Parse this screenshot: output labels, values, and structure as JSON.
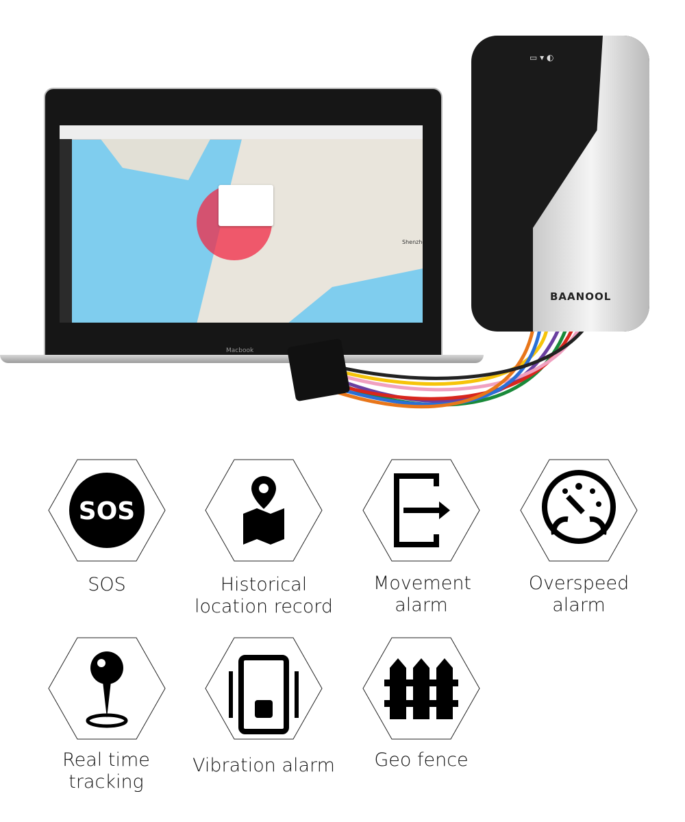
{
  "laptop": {
    "brand": "Macbook",
    "map_city": "Shenzhe"
  },
  "device": {
    "brand": "BAANOOL"
  },
  "features": [
    {
      "icon": "sos-icon",
      "label": "SOS",
      "badge": "SOS"
    },
    {
      "icon": "map-pin-icon",
      "label": "Historical location record"
    },
    {
      "icon": "door-exit-icon",
      "label": "Movement alarm"
    },
    {
      "icon": "speedometer-icon",
      "label": "Overspeed alarm"
    },
    {
      "icon": "location-pin-icon",
      "label": "Real time tracking"
    },
    {
      "icon": "vibrating-phone-icon",
      "label": "Vibration alarm"
    },
    {
      "icon": "fence-icon",
      "label": "Geo fence"
    }
  ]
}
